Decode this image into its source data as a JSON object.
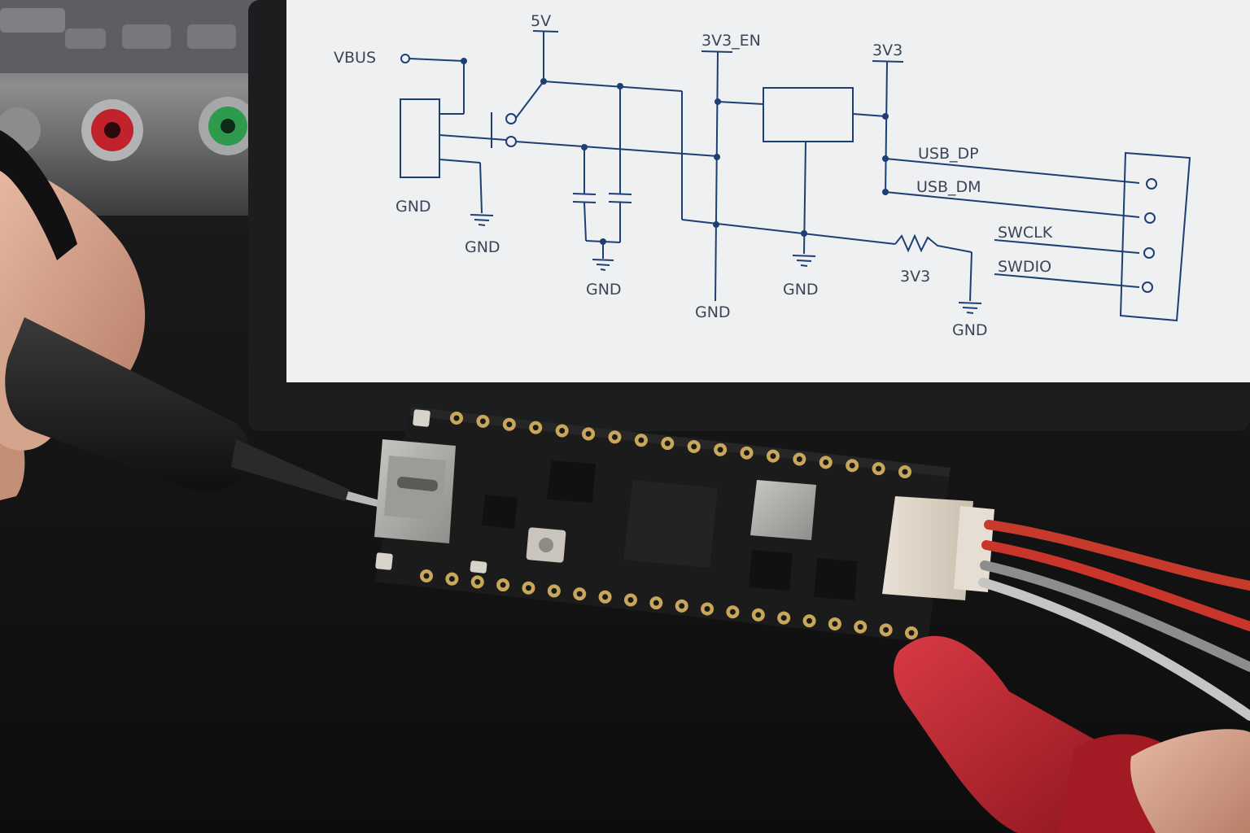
{
  "scene": {
    "description_type": "photo",
    "colors": {
      "desk": "#151515",
      "monitor_bezel": "#1c1d1f",
      "screen": "#eef0f2",
      "schematic_ink": "#1e3f73",
      "pcb": "#1b1b1c",
      "gold_pad": "#c9a75a",
      "red_probe": "#b8202a",
      "black_probe": "#1e1e1e",
      "skin": "#d8a890"
    }
  },
  "schematic": {
    "nets": {
      "vbus": "VBUS",
      "v5": "5V",
      "v3v3_en": "3V3_EN",
      "v3v3": "3V3",
      "usb_dp": "USB_DP",
      "usb_dm": "USB_DM",
      "swclk": "SWCLK",
      "swdio": "SWDIO",
      "resistor_label": "3V3"
    },
    "gnd_labels": [
      "GND",
      "GND",
      "GND",
      "GND",
      "GND",
      "GND"
    ]
  }
}
